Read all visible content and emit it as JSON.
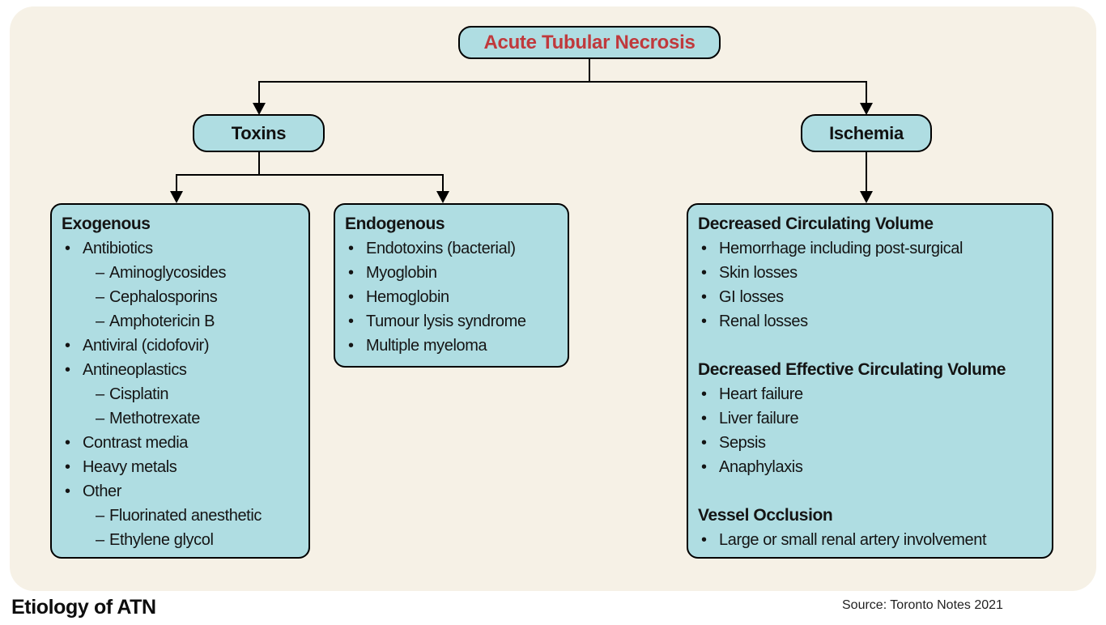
{
  "colors": {
    "panel_bg": "#f6f1e6",
    "node_bg": "#afdde2",
    "node_border": "#000000",
    "title_text": "#c0393c",
    "body_text": "#1a1a1a"
  },
  "markers": {
    "level1": "•",
    "level2": "–"
  },
  "root": {
    "label": "Acute Tubular Necrosis"
  },
  "branches": {
    "toxins": {
      "label": "Toxins"
    },
    "ischemia": {
      "label": "Ischemia"
    }
  },
  "boxes": {
    "exogenous": {
      "sections": [
        {
          "heading": "Exogenous",
          "items": [
            {
              "level": 1,
              "text": "Antibiotics"
            },
            {
              "level": 2,
              "text": "Aminoglycosides"
            },
            {
              "level": 2,
              "text": "Cephalosporins"
            },
            {
              "level": 2,
              "text": "Amphotericin B"
            },
            {
              "level": 1,
              "text": "Antiviral (cidofovir)"
            },
            {
              "level": 1,
              "text": "Antineoplastics"
            },
            {
              "level": 2,
              "text": "Cisplatin"
            },
            {
              "level": 2,
              "text": "Methotrexate"
            },
            {
              "level": 1,
              "text": "Contrast media"
            },
            {
              "level": 1,
              "text": "Heavy metals"
            },
            {
              "level": 1,
              "text": "Other"
            },
            {
              "level": 2,
              "text": "Fluorinated anesthetic"
            },
            {
              "level": 2,
              "text": "Ethylene glycol"
            }
          ]
        }
      ]
    },
    "endogenous": {
      "sections": [
        {
          "heading": "Endogenous",
          "items": [
            {
              "level": 1,
              "text": "Endotoxins (bacterial)"
            },
            {
              "level": 1,
              "text": "Myoglobin"
            },
            {
              "level": 1,
              "text": "Hemoglobin"
            },
            {
              "level": 1,
              "text": "Tumour lysis syndrome"
            },
            {
              "level": 1,
              "text": "Multiple myeloma"
            }
          ]
        }
      ]
    },
    "ischemia_causes": {
      "sections": [
        {
          "heading": "Decreased Circulating Volume",
          "items": [
            {
              "level": 1,
              "text": "Hemorrhage including post-surgical"
            },
            {
              "level": 1,
              "text": "Skin losses"
            },
            {
              "level": 1,
              "text": "GI losses"
            },
            {
              "level": 1,
              "text": "Renal losses"
            }
          ]
        },
        {
          "heading": "Decreased Effective Circulating Volume",
          "items": [
            {
              "level": 1,
              "text": "Heart failure"
            },
            {
              "level": 1,
              "text": "Liver failure"
            },
            {
              "level": 1,
              "text": "Sepsis"
            },
            {
              "level": 1,
              "text": "Anaphylaxis"
            }
          ]
        },
        {
          "heading": "Vessel Occlusion",
          "items": [
            {
              "level": 1,
              "text": "Large or small renal artery involvement"
            }
          ]
        }
      ]
    }
  },
  "footer": {
    "caption": "Etiology of ATN",
    "source": "Source: Toronto Notes 2021"
  }
}
